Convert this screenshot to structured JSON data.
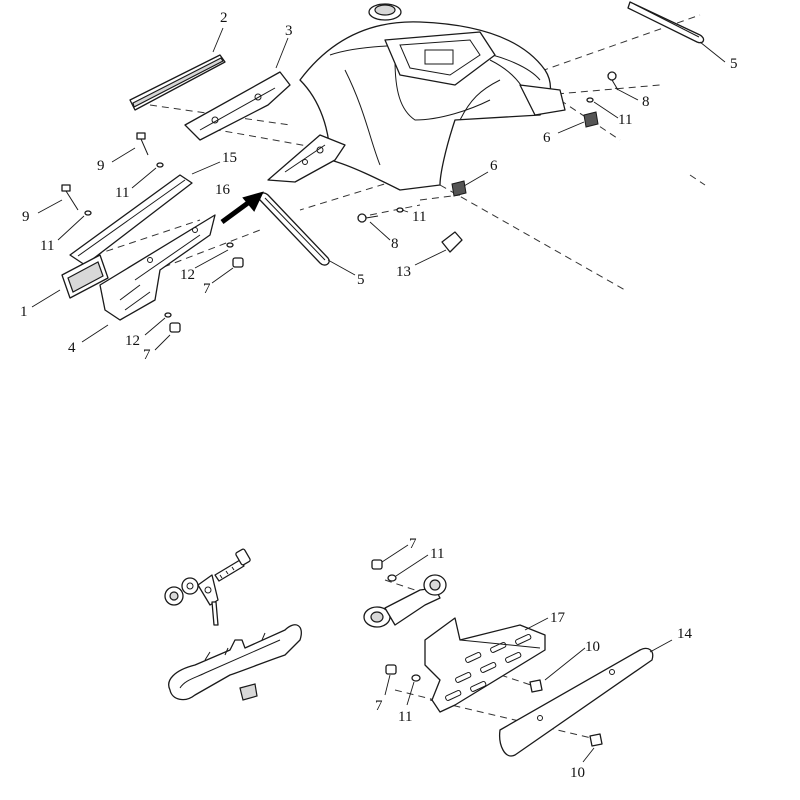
{
  "diagram": {
    "callouts": {
      "c1": "1",
      "c2": "2",
      "c3": "3",
      "c4": "4",
      "c5a": "5",
      "c5b": "5",
      "c6a": "6",
      "c6b": "6",
      "c7a": "7",
      "c7b": "7",
      "c7c": "7",
      "c7d": "7",
      "c8a": "8",
      "c8b": "8",
      "c9a": "9",
      "c9b": "9",
      "c10a": "10",
      "c10b": "10",
      "c11a": "11",
      "c11b": "11",
      "c11c": "11",
      "c11d": "11",
      "c11e": "11",
      "c11f": "11",
      "c12a": "12",
      "c12b": "12",
      "c13": "13",
      "c14": "14",
      "c15": "15",
      "c16": "16",
      "c17": "17"
    },
    "highlight_arrow_target": "16"
  }
}
